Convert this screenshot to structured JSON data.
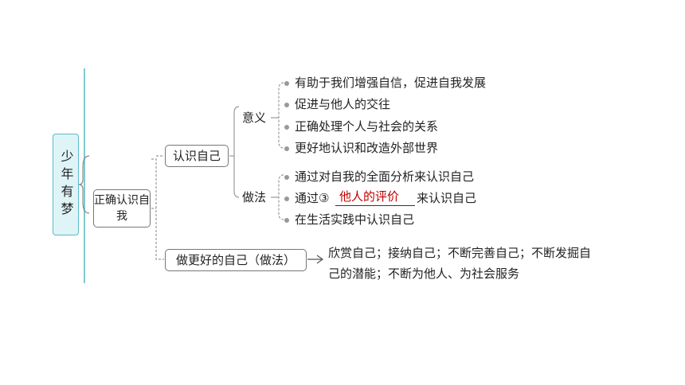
{
  "title": "少年有梦",
  "node_main": "正确认识自我",
  "node_renshi": "认识自己",
  "node_zuo": "做更好的自己（做法）",
  "label_yiyi": "意义",
  "label_zuofa": "做法",
  "yiyi_items": [
    "有助于我们增强自信，促进自我发展",
    "促进与他人的交往",
    "正确处理个人与社会的关系",
    "更好地认识和改造外部世界"
  ],
  "zuofa_items": {
    "item1": "通过对自我的全面分析来认识自己",
    "item2_prefix": "通过③",
    "item2_answer": "他人的评价",
    "item2_suffix": "来认识自己",
    "item3": "在生活实践中认识自己"
  },
  "zuo_desc_line1": "欣赏自己；接纳自己；不断完善自己；不断发掘自",
  "zuo_desc_line2": "己的潜能；不断为他人、为社会服务"
}
